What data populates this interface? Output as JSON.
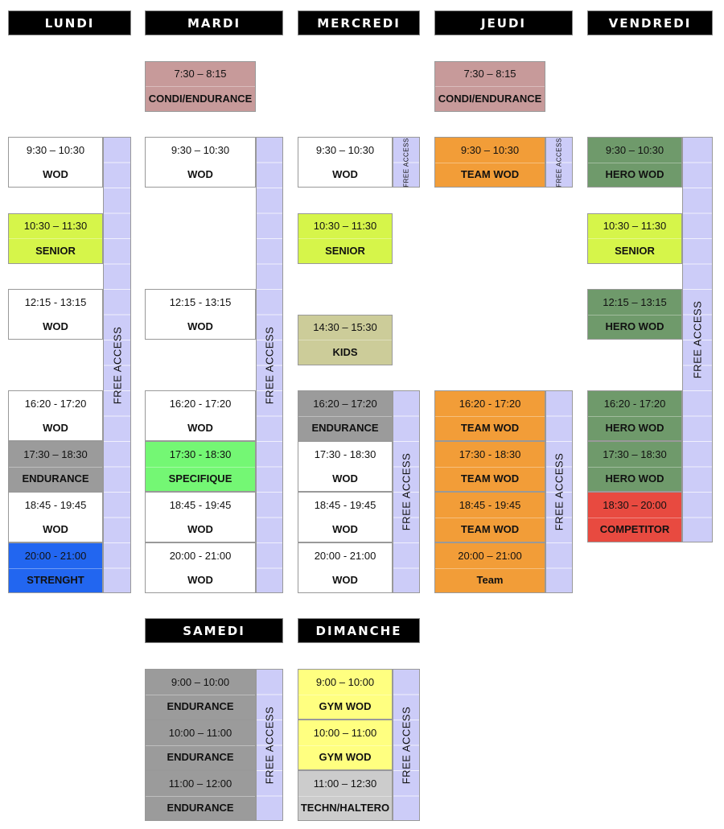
{
  "free_access_label": "FREE ACCESS",
  "colors": {
    "white": "#ffffff",
    "lime": "#d6f54a",
    "gray": "#9b9b9b",
    "blue": "#2266f0",
    "green": "#74f774",
    "khaki": "#cccc99",
    "orange": "#f29d38",
    "hero": "#6f9a6b",
    "red": "#e84a40",
    "condi": "#c79a9a",
    "yellow": "#ffff80",
    "lightgray": "#cccccc",
    "free": "#ccccf8"
  },
  "days": {
    "lundi": {
      "name": "LUNDI",
      "sessions": [
        {
          "time": "9:30 – 10:30",
          "name": "WOD",
          "color": "white"
        },
        {
          "time": "10:30 – 11:30",
          "name": "SENIOR",
          "color": "lime"
        },
        {
          "time": "12:15 - 13:15",
          "name": "WOD",
          "color": "white"
        },
        {
          "time": "16:20 - 17:20",
          "name": "WOD",
          "color": "white"
        },
        {
          "time": "17:30 – 18:30",
          "name": "ENDURANCE",
          "color": "gray"
        },
        {
          "time": "18:45 - 19:45",
          "name": "WOD",
          "color": "white"
        },
        {
          "time": "20:00 - 21:00",
          "name": "STRENGHT",
          "color": "blue"
        }
      ]
    },
    "mardi": {
      "name": "MARDI",
      "sessions": [
        {
          "time": "7:30 – 8:15",
          "name": "CONDI/ENDURANCE",
          "color": "condi"
        },
        {
          "time": "9:30 – 10:30",
          "name": "WOD",
          "color": "white"
        },
        {
          "time": "12:15 - 13:15",
          "name": "WOD",
          "color": "white"
        },
        {
          "time": "16:20 - 17:20",
          "name": "WOD",
          "color": "white"
        },
        {
          "time": "17:30 - 18:30",
          "name": "SPECIFIQUE",
          "color": "green"
        },
        {
          "time": "18:45 - 19:45",
          "name": "WOD",
          "color": "white"
        },
        {
          "time": "20:00 - 21:00",
          "name": "WOD",
          "color": "white"
        }
      ]
    },
    "mercredi": {
      "name": "MERCREDI",
      "sessions": [
        {
          "time": "9:30 – 10:30",
          "name": "WOD",
          "color": "white"
        },
        {
          "time": "10:30 – 11:30",
          "name": "SENIOR",
          "color": "lime"
        },
        {
          "time": "14:30 – 15:30",
          "name": "KIDS",
          "color": "khaki"
        },
        {
          "time": "16:20 – 17:20",
          "name": "ENDURANCE",
          "color": "gray"
        },
        {
          "time": "17:30 - 18:30",
          "name": "WOD",
          "color": "white"
        },
        {
          "time": "18:45 - 19:45",
          "name": "WOD",
          "color": "white"
        },
        {
          "time": "20:00 - 21:00",
          "name": "WOD",
          "color": "white"
        }
      ]
    },
    "jeudi": {
      "name": "JEUDI",
      "sessions": [
        {
          "time": "7:30 – 8:15",
          "name": "CONDI/ENDURANCE",
          "color": "condi"
        },
        {
          "time": "9:30 – 10:30",
          "name": "TEAM WOD",
          "color": "orange"
        },
        {
          "time": "16:20 - 17:20",
          "name": "TEAM WOD",
          "color": "orange"
        },
        {
          "time": "17:30 - 18:30",
          "name": "TEAM WOD",
          "color": "orange"
        },
        {
          "time": "18:45 - 19:45",
          "name": "TEAM WOD",
          "color": "orange"
        },
        {
          "time": "20:00 – 21:00",
          "name": "Team",
          "color": "orange"
        }
      ]
    },
    "vendredi": {
      "name": "VENDREDI",
      "sessions": [
        {
          "time": "9:30 – 10:30",
          "name": "HERO WOD",
          "color": "hero"
        },
        {
          "time": "10:30 – 11:30",
          "name": "SENIOR",
          "color": "lime"
        },
        {
          "time": "12:15 – 13:15",
          "name": "HERO WOD",
          "color": "hero"
        },
        {
          "time": "16:20 - 17:20",
          "name": "HERO WOD",
          "color": "hero"
        },
        {
          "time": "17:30 – 18:30",
          "name": "HERO WOD",
          "color": "hero"
        },
        {
          "time": "18:30 – 20:00",
          "name": "COMPETITOR",
          "color": "red"
        }
      ]
    },
    "samedi": {
      "name": "SAMEDI",
      "sessions": [
        {
          "time": "9:00 – 10:00",
          "name": "ENDURANCE",
          "color": "gray"
        },
        {
          "time": "10:00 – 11:00",
          "name": "ENDURANCE",
          "color": "gray"
        },
        {
          "time": "11:00 – 12:00",
          "name": "ENDURANCE",
          "color": "gray"
        }
      ]
    },
    "dimanche": {
      "name": "DIMANCHE",
      "sessions": [
        {
          "time": "9:00 – 10:00",
          "name": "GYM WOD",
          "color": "yellow"
        },
        {
          "time": "10:00 – 11:00",
          "name": "GYM WOD",
          "color": "yellow"
        },
        {
          "time": "11:00 – 12:30",
          "name": "TECHN/HALTERO",
          "color": "lightgray"
        }
      ]
    }
  }
}
